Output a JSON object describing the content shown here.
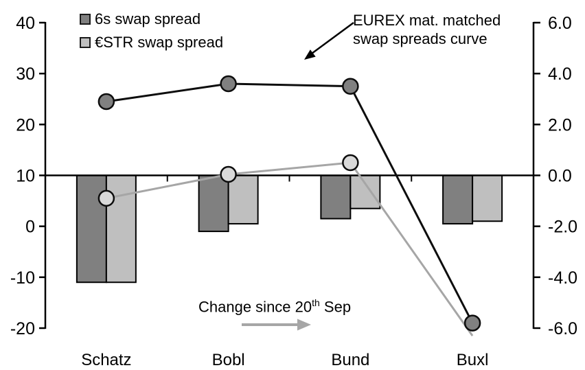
{
  "chart_data": {
    "type": "combo-bar-line",
    "title": "",
    "categories": [
      "Schatz",
      "Bobl",
      "Bund",
      "Buxl"
    ],
    "bar_series": [
      {
        "id": "6s",
        "name": "6s swap spread",
        "axis": "right",
        "color": "#808080",
        "values": [
          -4.2,
          -2.2,
          -1.7,
          -1.9
        ]
      },
      {
        "id": "estr",
        "name": "€STR swap spread",
        "axis": "right",
        "color": "#bfbfbf",
        "values": [
          -4.2,
          -1.9,
          -1.3,
          -1.8
        ]
      }
    ],
    "line_series": [
      {
        "id": "6s-curve",
        "name": "6s EUREX mat. matched swap spreads curve",
        "axis": "left",
        "color": "#0d0d0d",
        "marker_fill": "#808080",
        "values": [
          24.5,
          28.0,
          27.5,
          -19.0
        ],
        "markers": [
          true,
          true,
          true,
          true
        ]
      },
      {
        "id": "estr-curve",
        "name": "€STR EUREX mat. matched swap spreads curve",
        "axis": "left",
        "color": "#a6a6a6",
        "marker_fill": "#d9d9d9",
        "values": [
          5.5,
          10.2,
          12.5,
          -21.5
        ],
        "markers": [
          true,
          true,
          true,
          false
        ]
      }
    ],
    "axes": {
      "left": {
        "min": -20,
        "max": 40,
        "ticks": [
          "40",
          "30",
          "20",
          "10",
          "0",
          "-10",
          "-20"
        ],
        "tick_values": [
          40,
          30,
          20,
          10,
          0,
          -10,
          -20
        ]
      },
      "right": {
        "min": -6,
        "max": 6,
        "ticks": [
          "6.0",
          "4.0",
          "2.0",
          "0.0",
          "-2.0",
          "-4.0",
          "-6.0"
        ],
        "tick_values": [
          6,
          4,
          2,
          0,
          -2,
          -4,
          -6
        ]
      },
      "baseline_right_value": 0
    },
    "legend_position": "top-left",
    "grid": false,
    "colors": {
      "bar_dark": "#808080",
      "bar_light": "#bfbfbf",
      "line_dark": "#0d0d0d",
      "line_gray": "#a6a6a6",
      "marker_light": "#d9d9d9",
      "axis": "#000000"
    }
  },
  "annotations": {
    "eurex": {
      "line1": "EUREX mat. matched",
      "line2": "swap spreads curve"
    },
    "change_since": {
      "prefix": "Change since 20",
      "sup": "th",
      "suffix": " Sep"
    }
  }
}
